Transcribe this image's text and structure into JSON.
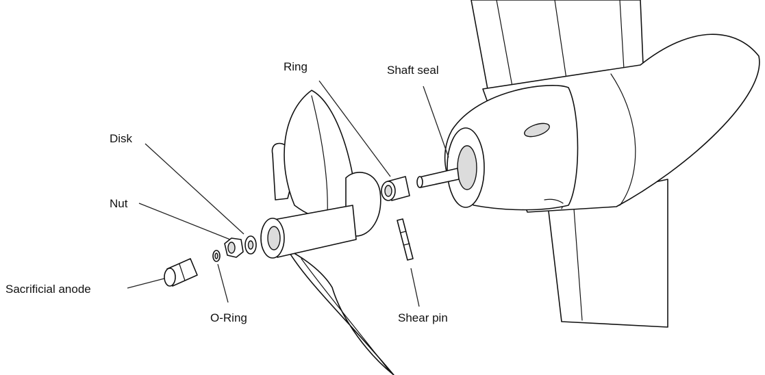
{
  "labels": {
    "shaft_seal": "Shaft seal",
    "ring": "Ring",
    "disk": "Disk",
    "nut": "Nut",
    "sacrificial_anode": "Sacrificial anode",
    "o_ring": "O-Ring",
    "shear_pin": "Shear pin"
  },
  "colors": {
    "line": "#111111",
    "shade": "#dcdcdc",
    "background": "#ffffff"
  }
}
